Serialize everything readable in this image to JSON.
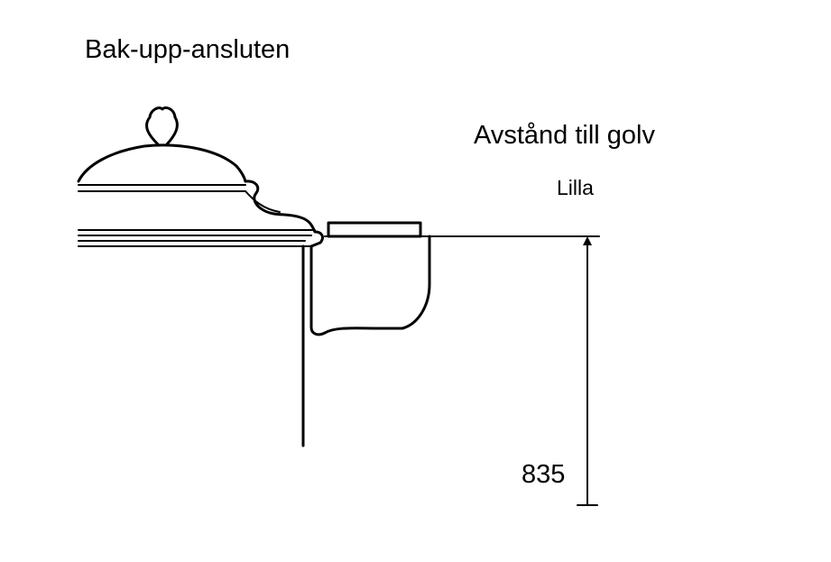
{
  "diagram": {
    "title": "Bak-upp-ansluten",
    "distance_label": "Avstånd till golv",
    "size_label": "Lilla",
    "dimension_value": "835",
    "colors": {
      "line": "#000000",
      "background": "#ffffff"
    }
  }
}
